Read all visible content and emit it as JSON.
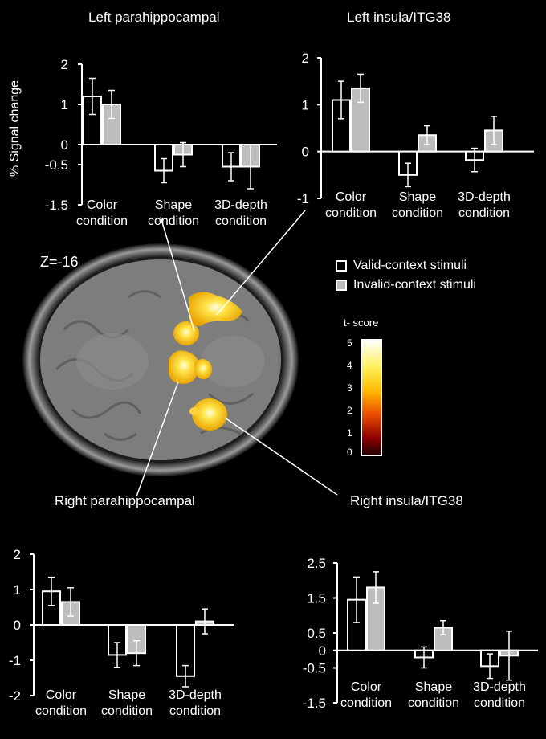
{
  "colors": {
    "valid": "#000000",
    "invalid": "#bdbdbd",
    "axis": "#ffffff"
  },
  "top_left_title": "Left parahippocampal",
  "top_right_title": "Left insula/ITG38",
  "ylabel": "% Signal change",
  "slice_label": "Z=-16",
  "bottom_left_region": "Right parahippocampal",
  "bottom_right_region": "Right insula/ITG38",
  "legend": {
    "valid": "Valid-context stimuli",
    "invalid": "Invalid-context stimuli"
  },
  "colorbar": {
    "title": "t- score",
    "ticks": [
      "5",
      "4",
      "3",
      "2",
      "1",
      "0"
    ]
  },
  "chart_data": [
    {
      "id": "top-left",
      "type": "bar",
      "title": "Left parahippocampal",
      "ylabel": "% Signal change",
      "categories": [
        "Color\ncondition",
        "Shape\ncondition",
        "3D-depth\ncondition"
      ],
      "ylim": [
        -1.5,
        2
      ],
      "yticks": [
        "2",
        "1",
        "0",
        "-0.5",
        "-1.5"
      ],
      "ytick_values": [
        2,
        1,
        0,
        -0.5,
        -1.5
      ],
      "series": [
        {
          "name": "Valid-context stimuli",
          "values": [
            1.2,
            -0.65,
            -0.55
          ],
          "err": [
            0.45,
            0.3,
            0.35
          ]
        },
        {
          "name": "Invalid-context stimuli",
          "values": [
            1.0,
            -0.25,
            -0.55
          ],
          "err": [
            0.35,
            0.3,
            0.55
          ]
        }
      ]
    },
    {
      "id": "top-right",
      "type": "bar",
      "title": "Left insula/ITG38",
      "categories": [
        "Color\ncondition",
        "Shape\ncondition",
        "3D-depth\ncondition"
      ],
      "ylim": [
        -1,
        2
      ],
      "yticks": [
        "2",
        "1",
        "0",
        "-1"
      ],
      "ytick_values": [
        2,
        1,
        0,
        -1
      ],
      "series": [
        {
          "name": "Valid-context stimuli",
          "values": [
            1.1,
            -0.5,
            -0.18
          ],
          "err": [
            0.4,
            0.25,
            0.25
          ]
        },
        {
          "name": "Invalid-context stimuli",
          "values": [
            1.35,
            0.35,
            0.45
          ],
          "err": [
            0.3,
            0.2,
            0.3
          ]
        }
      ]
    },
    {
      "id": "bottom-left",
      "type": "bar",
      "title": "Right parahippocampal",
      "categories": [
        "Color\ncondition",
        "Shape\ncondition",
        "3D-depth\ncondition"
      ],
      "ylim": [
        -2,
        2
      ],
      "yticks": [
        "2",
        "1",
        "0",
        "-1",
        "-2"
      ],
      "ytick_values": [
        2,
        1,
        0,
        -1,
        -2
      ],
      "series": [
        {
          "name": "Valid-context stimuli",
          "values": [
            0.95,
            -0.85,
            -1.45
          ],
          "err": [
            0.4,
            0.35,
            0.3
          ]
        },
        {
          "name": "Invalid-context stimuli",
          "values": [
            0.65,
            -0.8,
            0.1
          ],
          "err": [
            0.4,
            0.35,
            0.35
          ]
        }
      ]
    },
    {
      "id": "bottom-right",
      "type": "bar",
      "title": "Right insula/ITG38",
      "categories": [
        "Color\ncondition",
        "Shape\ncondition",
        "3D-depth\ncondition"
      ],
      "ylim": [
        -1.5,
        2.5
      ],
      "yticks": [
        "2.5",
        "1.5",
        "0.5",
        "0",
        "-0.5",
        "-1.5"
      ],
      "ytick_values": [
        2.5,
        1.5,
        0.5,
        0,
        -0.5,
        -1.5
      ],
      "series": [
        {
          "name": "Valid-context stimuli",
          "values": [
            1.45,
            -0.2,
            -0.45
          ],
          "err": [
            0.65,
            0.3,
            0.35
          ]
        },
        {
          "name": "Invalid-context stimuli",
          "values": [
            1.8,
            0.65,
            -0.15
          ],
          "err": [
            0.45,
            0.2,
            0.7
          ]
        }
      ]
    }
  ]
}
